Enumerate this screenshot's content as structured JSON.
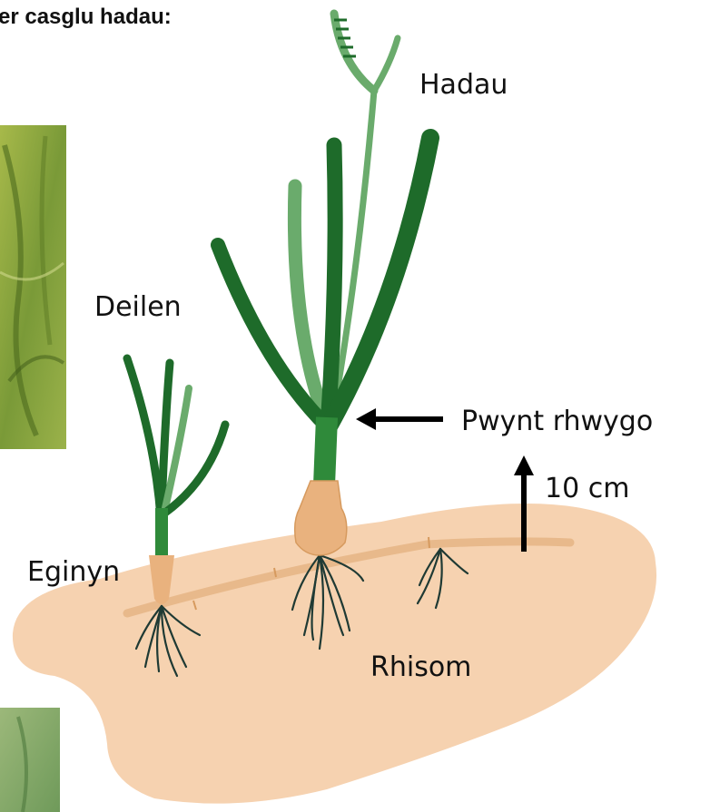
{
  "heading": "er casglu hadau:",
  "labels": {
    "seeds": "Hadau",
    "leaf": "Deilen",
    "break_point": "Pwynt rhwygo",
    "scale": "10 cm",
    "seedling": "Eginyn",
    "rhizome": "Rhisom"
  },
  "colors": {
    "seabed": "#f6d2b0",
    "rhizome": "#e8b98b",
    "leaf_dark": "#1e6b2a",
    "leaf_mid": "#2f8a3a",
    "leaf_light": "#6aab6c",
    "sheath": "#e9b27e",
    "roots": "#1f3a34",
    "photo_green": "#7a9a38",
    "arrow": "#000000"
  }
}
